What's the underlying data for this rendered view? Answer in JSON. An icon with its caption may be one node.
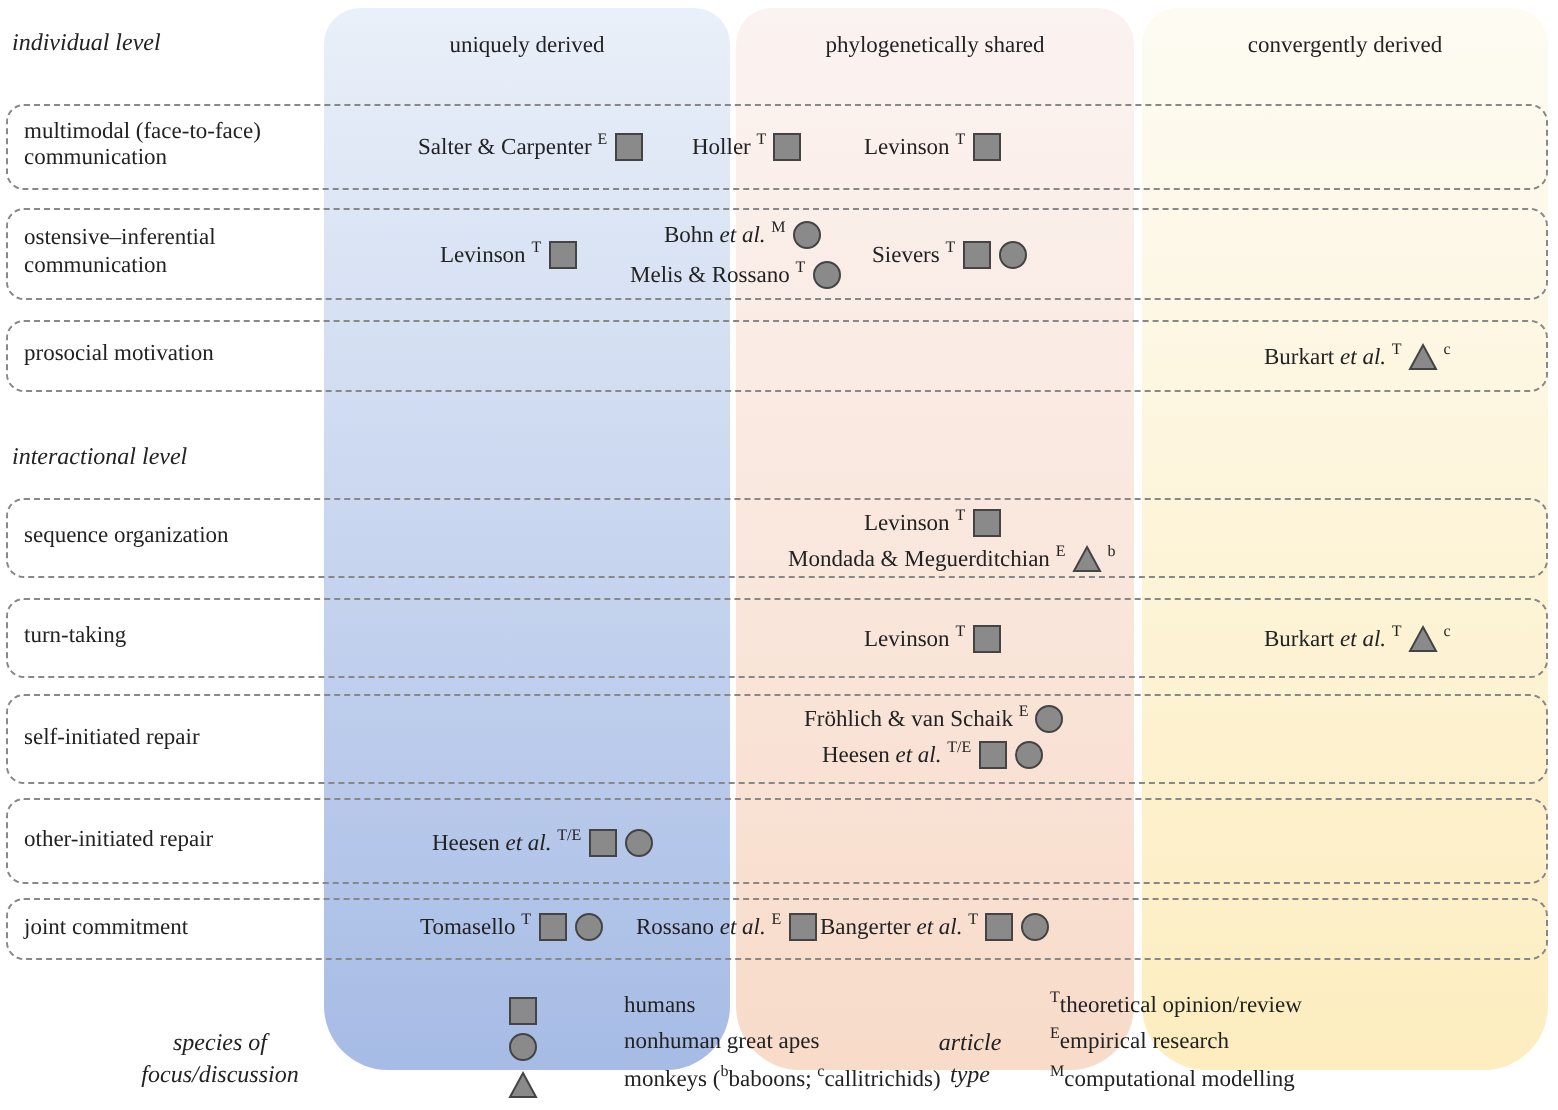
{
  "diagram": {
    "nodes": [
      {
        "text": [
          "uniquely derived"
        ]
      },
      {
        "text": [
          "phylogenetically shared"
        ]
      },
      {
        "text": [
          "convergently derived"
        ]
      },
      {
        "text": [
          "multimodal (face-to-face) communication"
        ]
      },
      {
        "text": [
          "ostensive–inferential communication"
        ]
      },
      {
        "text": [
          "prosocial motivation"
        ]
      },
      {
        "text": [
          "sequence organization"
        ]
      },
      {
        "text": [
          "turn-taking"
        ]
      },
      {
        "text": [
          "self-initiated repair"
        ]
      },
      {
        "text": [
          "other-initiated repair"
        ]
      },
      {
        "text": [
          "joint commitment"
        ]
      }
    ],
    "labels": [
      "individual level",
      "Salter & Carpenter $^{E}$",
      "Holler $^{T}$",
      "Levinson $^{T}$",
      "Levinson $^{T}$",
      "Bohn *et al.* $^{M}$",
      "Melis & Rossano $^{T}$",
      "Sievers $^{T}$",
      "Burkart *et al.* $^{T}$",
      "c",
      "interactional level",
      "Levinson $^{T}$",
      "Mondada & Meguerditchian $^{E}$",
      "b",
      "Levinson $^{T}$",
      "Burkart *et al.* $^{T}$",
      "c",
      "Fröhlich & van Schaik $^{E}$",
      "Heesen *et al.* $^{T/E}$",
      "Heesen *et al.* $^{T/E}$",
      "Tomasello $^{T}$",
      "Rossano *et al.* $^{E}$",
      "Bangerter *et al.* $^{T}$",
      "species of focus/discussion",
      "article type"
    ],
    "legend": [
      {
        "text": "humans"
      },
      {
        "text": "nonhuman great apes"
      },
      {
        "text": "monkeys ($^{b}$baboons; $^{c}$callitrichids)"
      },
      {
        "text": "$^{T}$theoretical opinion/review"
      },
      {
        "text": "$^{E}$empirical research"
      },
      {
        "text": "$^{M}$computational modelling"
      }
    ]
  }
}
